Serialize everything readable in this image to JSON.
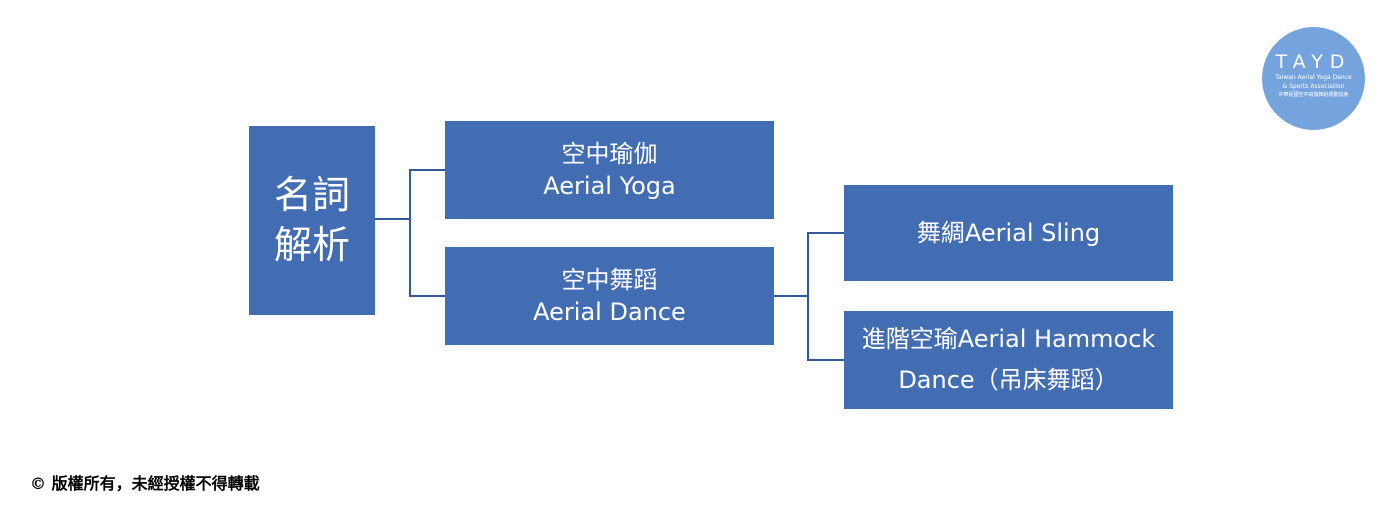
{
  "root": {
    "line1": "名詞",
    "line2": "解析"
  },
  "nodes": [
    {
      "line1": "空中瑜伽",
      "line2": "Aerial Yoga"
    },
    {
      "line1": "空中舞蹈",
      "line2": "Aerial Dance"
    },
    {
      "line1": "舞綢Aerial Sling"
    },
    {
      "line1": "進階空瑜Aerial Hammock",
      "line2": "Dance（吊床舞蹈）"
    }
  ],
  "logo": {
    "title": "TAYD",
    "subtitle1": "Taiwan Aerial Yoga Dance",
    "subtitle2": "& Sports Association",
    "subtitle3": "中華民國空中瑜伽舞蹈運動協會"
  },
  "footer": {
    "copyright": "© 版權所有，未經授權不得轉載"
  }
}
